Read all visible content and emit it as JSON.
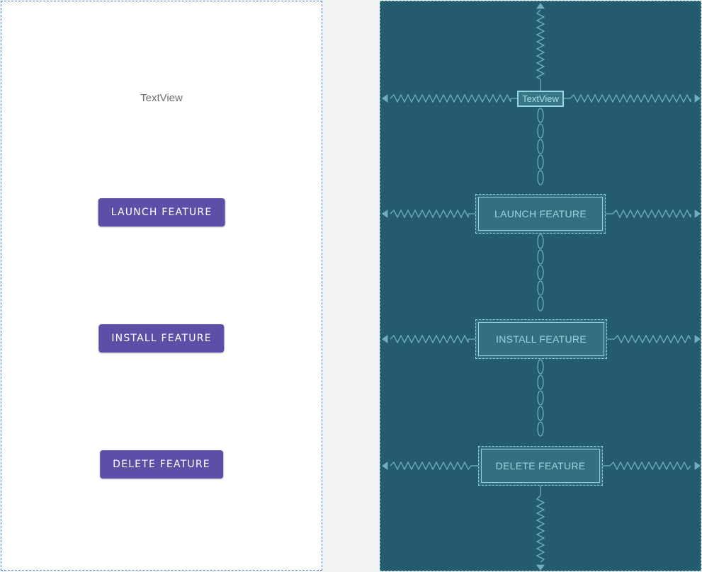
{
  "design": {
    "textview": "TextView",
    "launch_label": "LAUNCH FEATURE",
    "install_label": "INSTALL FEATURE",
    "delete_label": "DELETE FEATURE"
  },
  "blueprint": {
    "textview": "TextView",
    "launch_label": "LAUNCH FEATURE",
    "install_label": "INSTALL FEATURE",
    "delete_label": "DELETE FEATURE"
  },
  "colors": {
    "button_bg": "#5e4ea8",
    "button_text": "#ffffff",
    "blueprint_bg": "#245b6e",
    "blueprint_line": "#7fb9c6",
    "design_border": "#4a86c8",
    "canvas_bg": "#f1f4f3"
  }
}
